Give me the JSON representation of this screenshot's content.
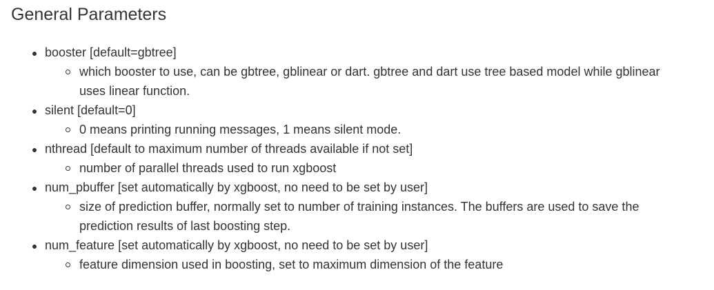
{
  "section": {
    "title": "General Parameters"
  },
  "parameters": [
    {
      "label": "booster [default=gbtree]",
      "description": "which booster to use, can be gbtree, gblinear or dart. gbtree and dart use tree based model while gblinear uses linear function."
    },
    {
      "label": "silent [default=0]",
      "description": "0 means printing running messages, 1 means silent mode."
    },
    {
      "label": "nthread [default to maximum number of threads available if not set]",
      "description": "number of parallel threads used to run xgboost"
    },
    {
      "label": "num_pbuffer [set automatically by xgboost, no need to be set by user]",
      "description": "size of prediction buffer, normally set to number of training instances. The buffers are used to save the prediction results of last boosting step."
    },
    {
      "label": "num_feature [set automatically by xgboost, no need to be set by user]",
      "description": "feature dimension used in boosting, set to maximum dimension of the feature"
    }
  ]
}
